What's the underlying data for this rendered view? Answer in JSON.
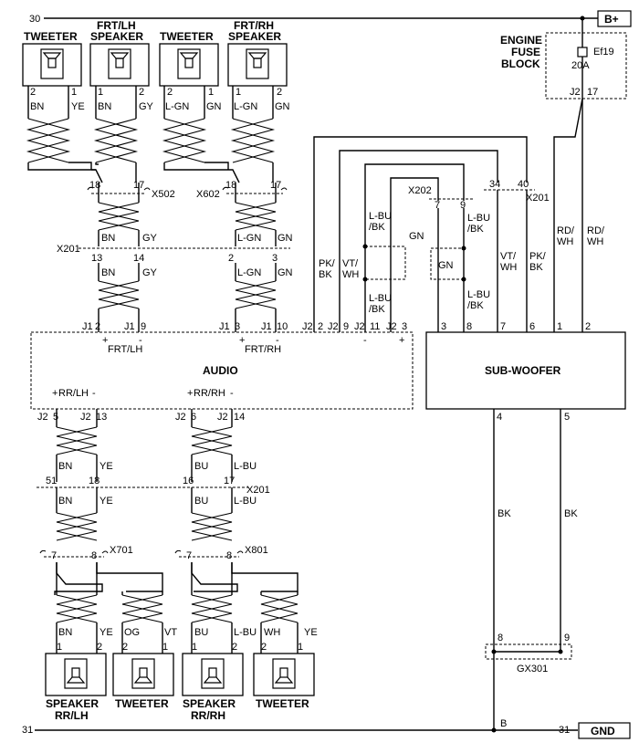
{
  "power": {
    "rail_left": "30",
    "rail_right": "B+",
    "ground_left": "31",
    "ground_right": "31",
    "ground_box": "GND"
  },
  "fuse_block": {
    "line1": "ENGINE",
    "line2": "FUSE",
    "line3": "BLOCK",
    "fuse_name": "Ef19",
    "rating": "20A",
    "pin_j2": "J2",
    "pin_17": "17"
  },
  "components": {
    "tweeter": "TWEETER",
    "frt_lh_1": "FRT/LH",
    "frt_rh_1": "FRT/RH",
    "speaker": "SPEAKER",
    "audio": "AUDIO",
    "subwoofer": "SUB-WOOFER",
    "speaker_rrlh_2": "RR/LH",
    "speaker_rrrh_2": "RR/RH"
  },
  "connectors": {
    "x502": "X502",
    "x602": "X602",
    "x201": "X201",
    "x202": "X202",
    "x701": "X701",
    "x801": "X801",
    "gx301": "GX301"
  },
  "wires": {
    "bn": "BN",
    "ye": "YE",
    "gy": "GY",
    "lgn": "L-GN",
    "gn": "GN",
    "pk": "PK/",
    "bk": "BK",
    "vt": "VT/",
    "wh": "WH",
    "lbu": "L-BU",
    "sbk": "/BK",
    "rd": "RD/",
    "og": "OG",
    "vt_s": "VT",
    "bu": "BU",
    "wh_s": "WH",
    "b": "B"
  },
  "pins": {
    "p1": "1",
    "p2": "2",
    "p3": "3",
    "p4": "4",
    "p5": "5",
    "p6": "6",
    "p7": "7",
    "p8": "8",
    "p9": "9",
    "p10": "10",
    "p11": "11",
    "p13": "13",
    "p14": "14",
    "p16": "16",
    "p17": "17",
    "p18": "18",
    "p34": "34",
    "p40": "40",
    "p51": "51",
    "j1": "J1",
    "j2": "J2",
    "plus": "+",
    "minus": "-"
  },
  "audio_labels": {
    "frt_lh": "FRT/LH",
    "frt_rh": "FRT/RH",
    "rr_lh": "RR/LH",
    "rr_rh": "RR/RH"
  }
}
